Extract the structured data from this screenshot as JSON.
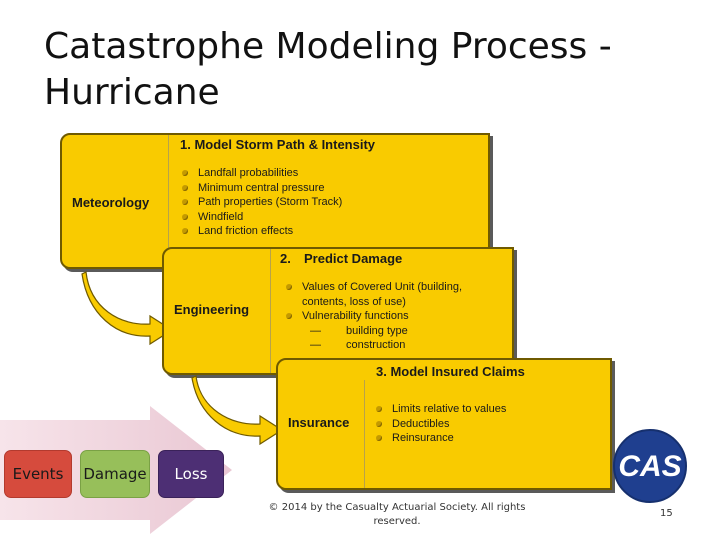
{
  "slide": {
    "title": "Catastrophe Modeling Process - Hurricane",
    "page_number": "15",
    "footer": "© 2014 by the Casualty Actuarial Society. All rights reserved."
  },
  "panels": [
    {
      "heading": "1.  Model Storm Path & Intensity",
      "side_label": "Meteorology",
      "bullets": [
        "Landfall probabilities",
        "Minimum central pressure",
        "Path properties (Storm Track)",
        "Windfield",
        "Land friction effects"
      ]
    },
    {
      "heading_num": "2.",
      "heading_text": "Predict Damage",
      "side_label": "Engineering",
      "bullets": [
        "Values of Covered Unit (building,",
        "Vulnerability functions"
      ],
      "bullet1_cont": "contents, loss of use)",
      "sub_items": [
        {
          "dash": "—",
          "text": "building type"
        },
        {
          "dash": "—",
          "text": "construction"
        }
      ]
    },
    {
      "heading": "3.  Model Insured Claims",
      "side_label": "Insurance",
      "bullets": [
        "Limits relative to values",
        "Deductibles",
        "Reinsurance"
      ]
    }
  ],
  "steps": [
    "Events",
    "Damage",
    "Loss"
  ],
  "logo": {
    "text": "CAS",
    "bg_color": "#1f3f8f"
  },
  "colors": {
    "panel": "#f9cb00",
    "events": "#d64b3d",
    "damage": "#97bf5a",
    "loss": "#4d2f74"
  }
}
